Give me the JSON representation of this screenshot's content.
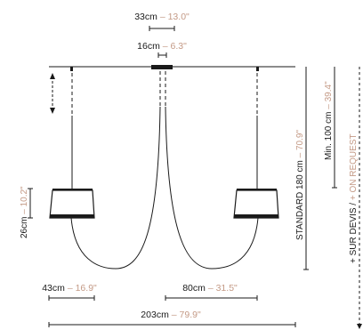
{
  "dimensions": {
    "canopy_width": {
      "value": "33",
      "unit": "cm",
      "alt": "13.0\""
    },
    "canopy_center": {
      "value": "16",
      "unit": "cm",
      "alt": "6.3\""
    },
    "shade_height": {
      "value": "26",
      "unit": "cm",
      "alt": "10.2\""
    },
    "shade_diameter": {
      "value": "43",
      "unit": "cm",
      "alt": "16.9\""
    },
    "cable_spacing": {
      "value": "80",
      "unit": "cm",
      "alt": "31.5\""
    },
    "total_width": {
      "value": "203",
      "unit": "cm",
      "alt": "79.9\""
    },
    "standard_drop": {
      "label": "STANDARD",
      "value": "180",
      "unit": "cm",
      "alt": "70.9\""
    },
    "min_drop": {
      "label": "Min.",
      "value": "100",
      "unit": "cm",
      "alt": "39.4\""
    },
    "on_request": {
      "text": "+ SUR DEVIS / ",
      "alt": "+ ON REQUEST"
    }
  },
  "separator": " – ",
  "colors": {
    "line": "#1a1a1a",
    "accent": "#c49a86"
  }
}
